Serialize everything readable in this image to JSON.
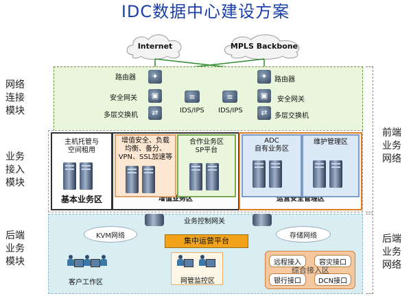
{
  "title": "IDC数据中心建设方案",
  "left_labels": {
    "network": "网络\n连接\n模块",
    "access": "业务\n接入\n模块",
    "backend": "后端\n业务\n模块"
  },
  "right_labels": {
    "frontend": "前端\n业务\n网络",
    "backend": "后端\n业务\n网络"
  },
  "clouds": {
    "internet": "Internet",
    "mpls": "MPLS Backbone"
  },
  "network_module": {
    "router": "路由器",
    "firewall": "安全网关",
    "switch": "多层交换机",
    "ips1": "IDS/IPS",
    "ips2": "IDS/IPS"
  },
  "zones": {
    "basic_sub": "主机托管与\n空间租用",
    "basic_name": "基本业务区",
    "value_sub": "增值安全、负载\n均衡、备分、\nVPN、SSL加速等",
    "value_name": "增值业务区",
    "partner_sub": "合作业务区\nSP平台",
    "adc_sub": "ADC\n自有业务区",
    "maint_sub": "维护管理区",
    "ops_name": "运营安全管理区"
  },
  "backend_module": {
    "gateway": "业务控制网关",
    "kvm": "KVM网络",
    "platform": "集中运营平台",
    "storage": "存储网络",
    "client": "客户工作区",
    "nms": "网管监控区",
    "remote": "远程接入",
    "disaster": "容灾接口",
    "bank": "银行接口",
    "dcn": "DCN接口",
    "integrated": "综合接入区"
  },
  "colors": {
    "title": "#1a3fa8",
    "network_bg": "#eaf6dc",
    "backend_bg": "#d9eef2",
    "value_zone_bg": "#fde6d2",
    "ops_zone_border": "#e07b1f",
    "ops_zone_bg": "#dbe8f6",
    "platform_bg": "#f2a31a"
  }
}
